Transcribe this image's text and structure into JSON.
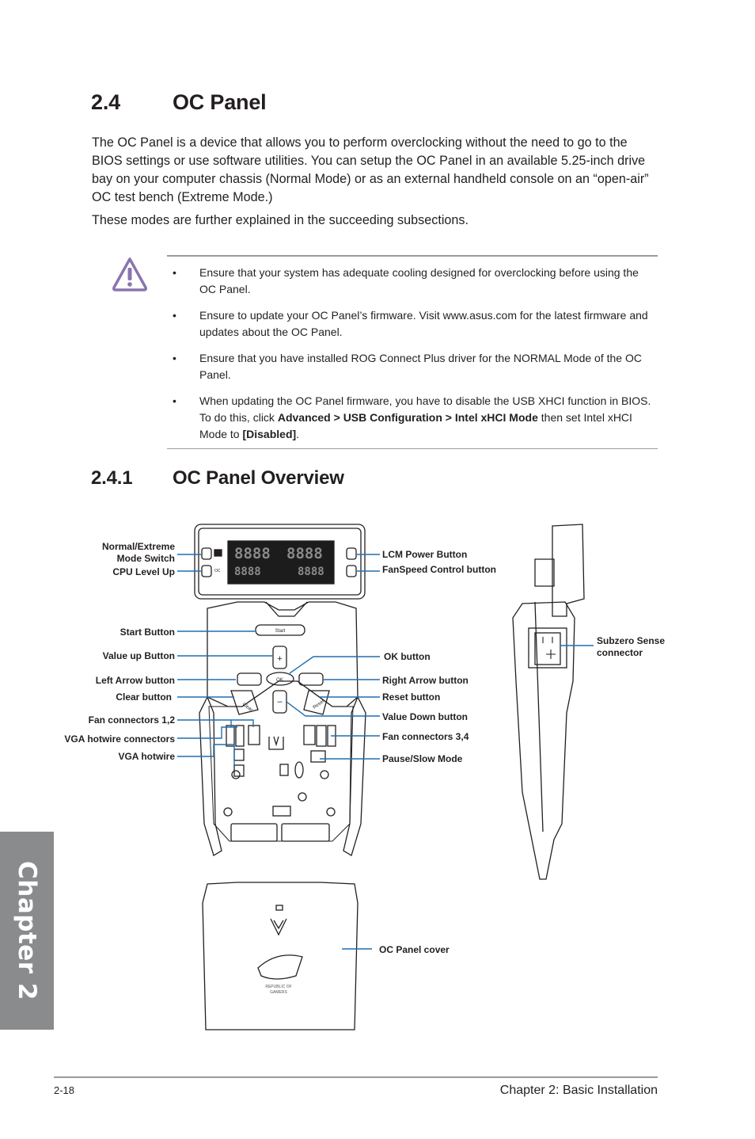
{
  "section": {
    "number": "2.4",
    "title": "OC Panel"
  },
  "intro": {
    "paragraph1": "The OC Panel is a device that allows you to perform overclocking without the need to go to the BIOS settings or use software utilities. You can setup the OC Panel in an available 5.25-inch drive bay on your computer chassis (Normal Mode) or as an external handheld console on an “open-air” OC test bench (Extreme Mode.)",
    "paragraph2": "These modes are further explained in the succeeding subsections."
  },
  "notes": {
    "icon": "warning-triangle-icon",
    "bullet": "•",
    "items": [
      {
        "text": "Ensure that your system has adequate cooling designed for overclocking before using the OC Panel."
      },
      {
        "text": "Ensure to update your OC Panel’s firmware. Visit www.asus.com for the latest firmware and updates about the OC Panel."
      },
      {
        "text": "Ensure that you have installed ROG Connect Plus driver for the NORMAL Mode of the OC Panel."
      },
      {
        "text_before": "When updating the OC Panel firmware, you have to disable the USB XHCI function in BIOS. To do this, click ",
        "bold1": "Advanced > USB Configuration > Intel xHCI Mode",
        "text_middle": " then set Intel xHCI Mode to ",
        "bold2": "[Disabled]",
        "text_after": "."
      }
    ]
  },
  "subsection": {
    "number": "2.4.1",
    "title": "OC Panel Overview"
  },
  "diagram": {
    "labels_left": {
      "normal_extreme_line1": "Normal/Extreme",
      "normal_extreme_line2": "Mode Switch",
      "cpu_level_up": "CPU Level Up",
      "start_button": "Start Button",
      "value_up_button": "Value up Button",
      "left_arrow_button": "Left Arrow button",
      "clear_button": "Clear button",
      "fan_connectors_12": "Fan connectors 1,2",
      "vga_hotwire_connectors": "VGA hotwire connectors",
      "vga_hotwire": "VGA hotwire"
    },
    "labels_right": {
      "lcm_power_button": "LCM Power Button",
      "fanspeed_control_button": "FanSpeed Control button",
      "ok_button": "OK button",
      "right_arrow_button": "Right Arrow button",
      "reset_button": "Reset button",
      "value_down_button": "Value Down button",
      "fan_connectors_34": "Fan connectors 3,4",
      "pause_slow_mode": "Pause/Slow Mode",
      "oc_panel_cover": "OC Panel cover",
      "subzero_line1": "Subzero Sense",
      "subzero_line2": "connector"
    },
    "device_text": {
      "start": "Start",
      "ok": "OK",
      "clear": "Clear",
      "reset": "Reset",
      "plus": "+",
      "minus": "–",
      "oc": "OC",
      "rog_line1": "REPUBLIC OF",
      "rog_line2": "GAMERS",
      "lcd_digits": "8888"
    },
    "callout_color": "#1f6fb2"
  },
  "chapter_tab": "Chapter 2",
  "footer": {
    "page": "2-18",
    "chapter": "Chapter 2: Basic Installation"
  }
}
